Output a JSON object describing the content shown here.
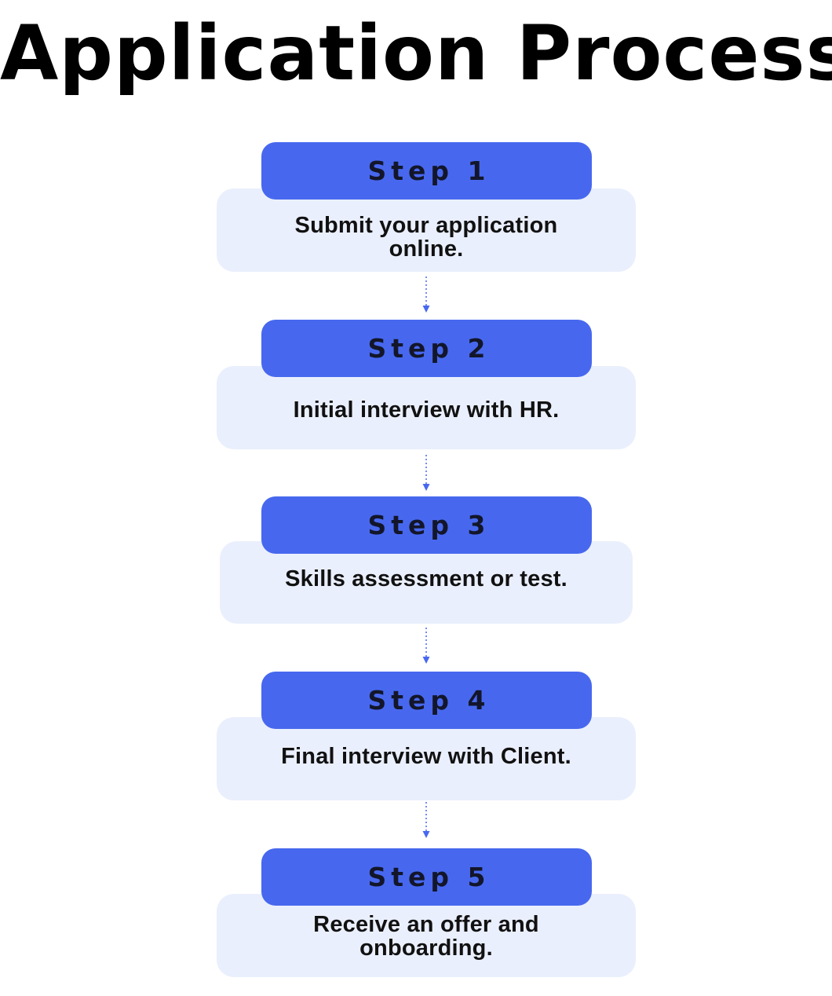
{
  "title": "Application Process",
  "colors": {
    "pill": "#4768ee",
    "box": "#eaeffd",
    "connector": "#4768ee"
  },
  "steps": [
    {
      "label": "Step 1",
      "description": "Submit your application online."
    },
    {
      "label": "Step 2",
      "description": "Initial interview with HR."
    },
    {
      "label": "Step 3",
      "description": "Skills assessment or test."
    },
    {
      "label": "Step 4",
      "description": "Final interview with Client."
    },
    {
      "label": "Step 5",
      "description": "Receive an offer and onboarding."
    }
  ]
}
